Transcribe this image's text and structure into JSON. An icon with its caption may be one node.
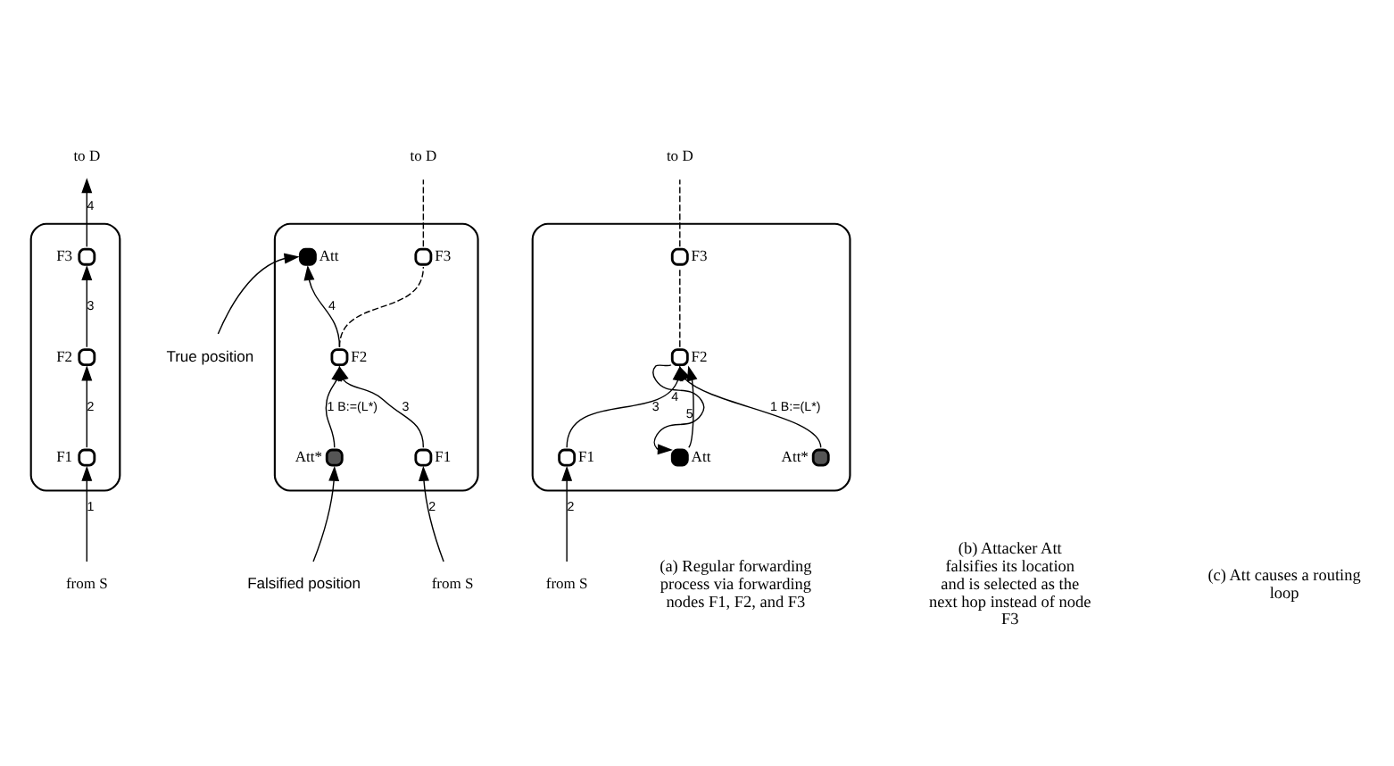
{
  "diagram": {
    "nodes": [
      {
        "text": [],
        "shape": "ellipse"
      },
      {
        "text": [
          "to D"
        ]
      },
      {
        "text": [],
        "shape": "circle",
        "beside": [
          "F3"
        ],
        "in": 0
      },
      {
        "text": [],
        "shape": "circle",
        "beside": [
          "F2"
        ],
        "in": 0
      },
      {
        "text": [],
        "shape": "circle",
        "beside": [
          "F1"
        ],
        "in": 0
      },
      {
        "text": [
          "from S"
        ]
      },
      {
        "text": [],
        "shape": "ellipse"
      },
      {
        "text": [
          "to D"
        ]
      },
      {
        "text": [
          "Falsified position"
        ]
      },
      {
        "text": [],
        "shape": "circle",
        "beside": [
          "Att*"
        ],
        "in": 6
      },
      {
        "text": [],
        "shape": "circle",
        "beside": [
          "F3"
        ],
        "in": 6
      },
      {
        "text": [
          "True position"
        ]
      },
      {
        "text": [],
        "shape": "circle",
        "beside": [
          "Att"
        ],
        "in": 6
      },
      {
        "text": [],
        "shape": "circle",
        "beside": [
          "F2"
        ],
        "in": 6
      },
      {
        "text": [],
        "shape": "circle",
        "beside": [
          "F1"
        ],
        "in": 6
      },
      {
        "text": [
          "from S"
        ]
      },
      {
        "text": [],
        "shape": "ellipse"
      },
      {
        "text": [
          "to D"
        ]
      },
      {
        "text": [],
        "shape": "circle",
        "beside": [
          "Att*"
        ],
        "in": 16
      },
      {
        "text": [],
        "shape": "circle",
        "beside": [
          "F3"
        ],
        "in": 16
      },
      {
        "text": [],
        "shape": "circle",
        "beside": [
          "F2"
        ],
        "in": 16
      },
      {
        "text": [],
        "shape": "circle",
        "beside": [
          "Att"
        ],
        "in": 16
      },
      {
        "text": [],
        "shape": "circle",
        "beside": [
          "F1"
        ],
        "in": 16
      },
      {
        "text": [
          "from S"
        ]
      }
    ],
    "edges": [
      {
        "from": 5,
        "to": 4,
        "arrow": "to",
        "label": "1"
      },
      {
        "from": 4,
        "to": 3,
        "arrow": "to",
        "label": "2"
      },
      {
        "from": 3,
        "to": 2,
        "arrow": "to",
        "label": "3"
      },
      {
        "from": 2,
        "to": 1,
        "arrow": "to",
        "label": "4"
      },
      {
        "from": 8,
        "to": 9,
        "arrow": "to"
      },
      {
        "from": 11,
        "to": 12,
        "arrow": "to"
      },
      {
        "from": 15,
        "to": 14,
        "arrow": "to",
        "label": "2"
      },
      {
        "from": 14,
        "to": 13,
        "arrow": "to",
        "label": "3"
      },
      {
        "from": 9,
        "to": 13,
        "arrow": "to",
        "label": "1 B:=(L*)"
      },
      {
        "from": 13,
        "to": 12,
        "arrow": "to",
        "label": "4"
      },
      {
        "from": 13,
        "to": 10,
        "arrow": "none",
        "style": "dashed"
      },
      {
        "from": 10,
        "to": 7,
        "arrow": "none",
        "style": "dashed"
      },
      {
        "from": 23,
        "to": 22,
        "arrow": "to",
        "label": "2"
      },
      {
        "from": 22,
        "to": 20,
        "arrow": "to",
        "label": "3"
      },
      {
        "from": 18,
        "to": 20,
        "arrow": "to",
        "label": "1 B:=(L*)"
      },
      {
        "from": 20,
        "to": 21,
        "arrow": "to",
        "label": "4"
      },
      {
        "from": 21,
        "to": 20,
        "arrow": "to",
        "label": "5"
      },
      {
        "from": 20,
        "to": 19,
        "arrow": "none",
        "style": "dashed"
      },
      {
        "from": 19,
        "to": 17,
        "arrow": "none",
        "style": "dashed"
      }
    ],
    "labels": [
      "(a) Regular forwarding process via forwarding nodes F1, F2, and F3",
      "(b) Attacker Att falsifies its location and is selected as the next hop instead of node F3",
      "(c) Att causes a routing loop"
    ]
  }
}
